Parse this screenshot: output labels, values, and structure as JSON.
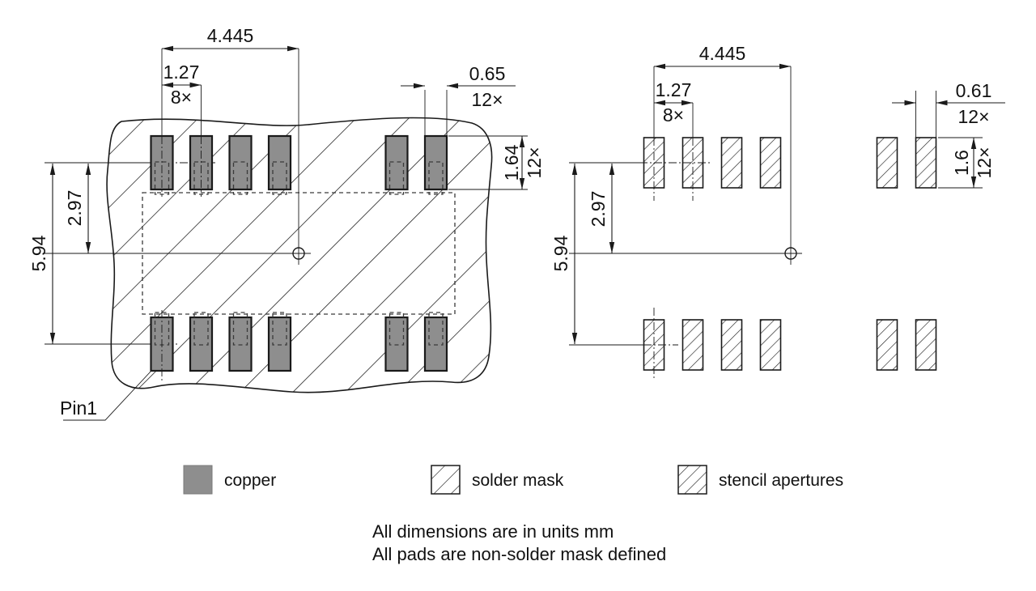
{
  "footprint": {
    "span": "4.445",
    "pitch": "1.27",
    "pitch_qty": "8×",
    "pad_width": "0.65",
    "pad_width_qty": "12×",
    "pad_height": "1.64",
    "pad_height_qty": "12×",
    "row_offset": "2.97",
    "row_span": "5.94",
    "pin1_label": "Pin1"
  },
  "stencil": {
    "span": "4.445",
    "pitch": "1.27",
    "pitch_qty": "8×",
    "aperture_width": "0.61",
    "aperture_width_qty": "12×",
    "aperture_height": "1.6",
    "aperture_height_qty": "12×",
    "row_offset": "2.97",
    "row_span": "5.94"
  },
  "legend": {
    "copper": "copper",
    "solder_mask": "solder mask",
    "stencil_apertures": "stencil apertures"
  },
  "notes": {
    "line1": "All dimensions are in units mm",
    "line2": "All pads are non-solder mask defined"
  },
  "colors": {
    "copper": "#8e8e8e",
    "line": "#1a1a1a"
  }
}
